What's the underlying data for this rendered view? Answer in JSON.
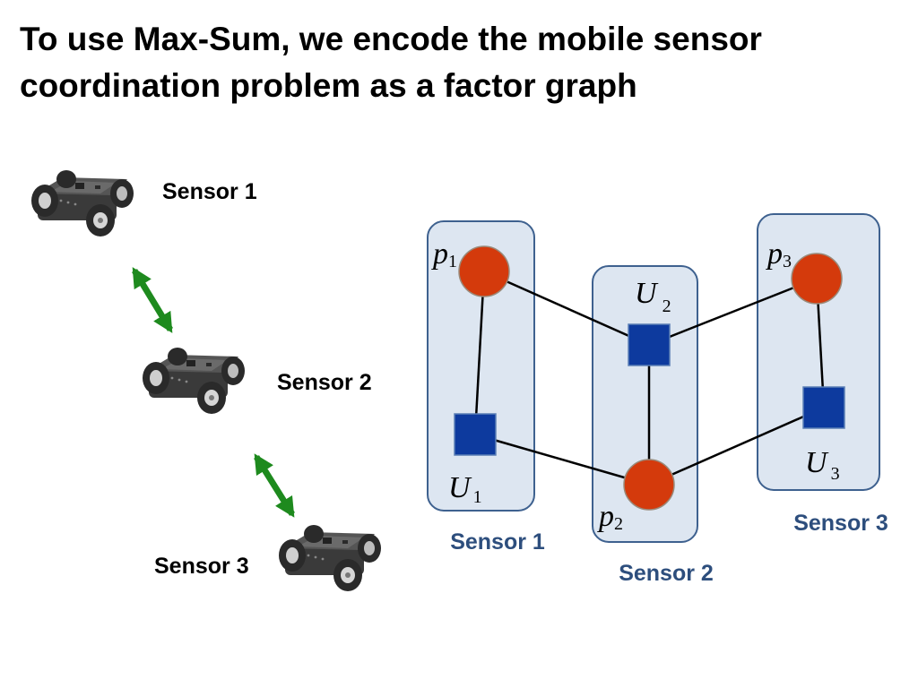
{
  "slide": {
    "title": "To use Max-Sum, we encode the mobile sensor coordination problem as a factor graph"
  },
  "robots": [
    {
      "label": "Sensor 1"
    },
    {
      "label": "Sensor 2"
    },
    {
      "label": "Sensor 3"
    }
  ],
  "colors": {
    "link_arrow": "#1e8a1e",
    "variable_node": "#d43a0c",
    "factor_node": "#0d3a9e",
    "group_fill": "#dde6f1",
    "group_border": "#3e618f",
    "group_label": "#2d4e7d"
  },
  "factor_graph": {
    "groups": [
      {
        "label": "Sensor 1"
      },
      {
        "label": "Sensor 2"
      },
      {
        "label": "Sensor 3"
      }
    ],
    "variables": [
      {
        "symbol": "p",
        "index": "1"
      },
      {
        "symbol": "p",
        "index": "2"
      },
      {
        "symbol": "p",
        "index": "3"
      }
    ],
    "factors": [
      {
        "symbol": "U",
        "index": "1"
      },
      {
        "symbol": "U",
        "index": "2"
      },
      {
        "symbol": "U",
        "index": "3"
      }
    ]
  }
}
